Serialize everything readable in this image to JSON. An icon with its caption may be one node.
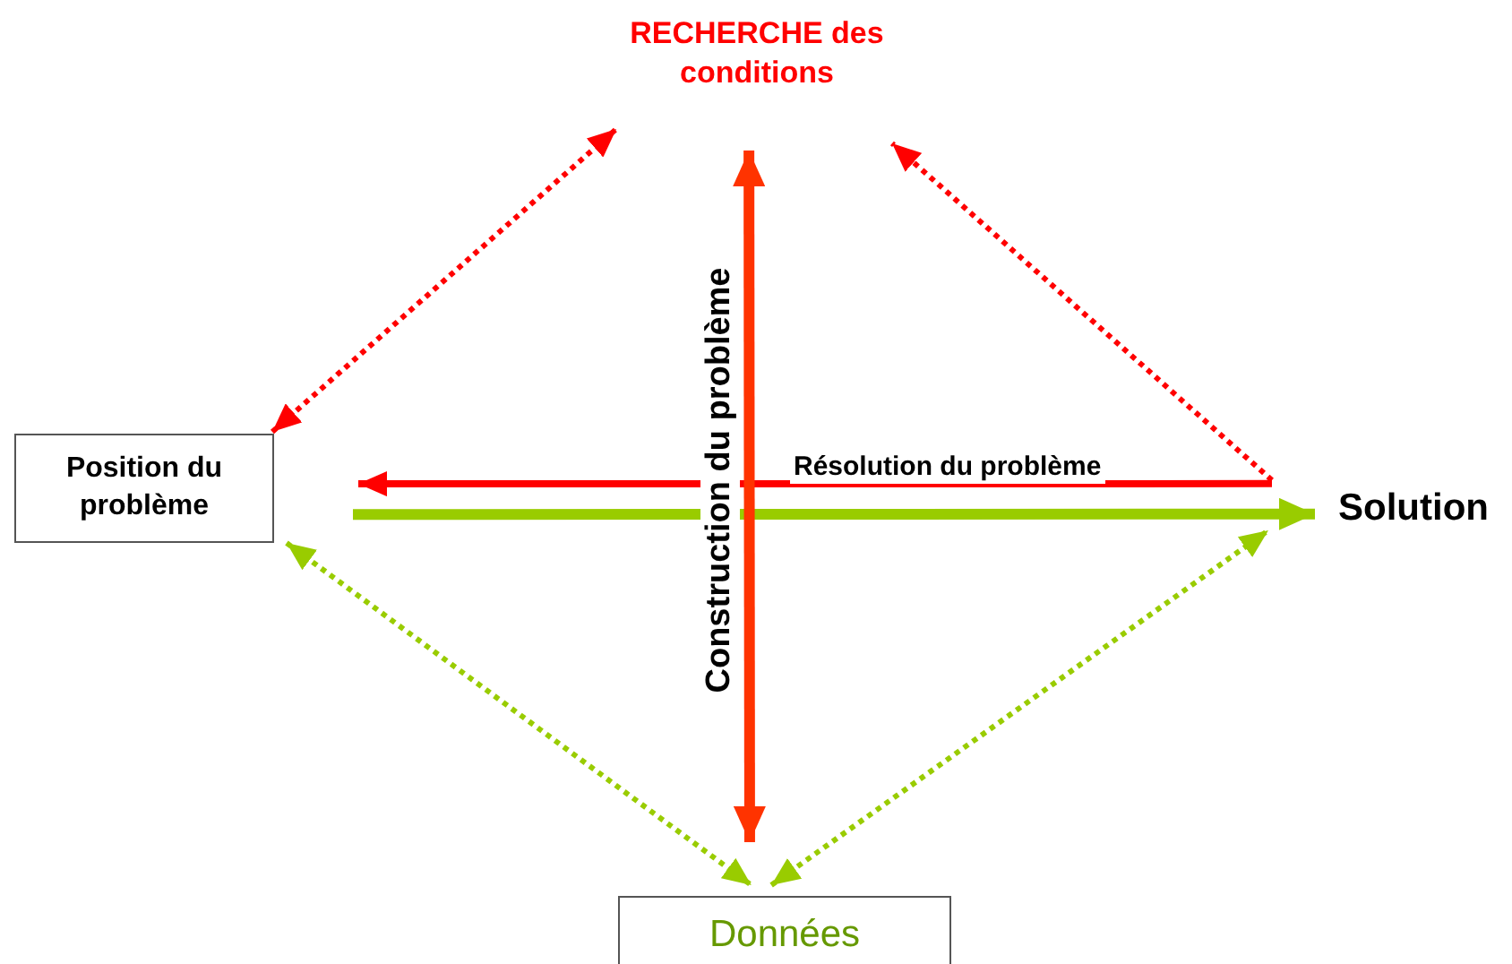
{
  "diagram": {
    "nodes": [
      {
        "text": [
          "RECHERCHE des conditions"
        ]
      },
      {
        "text": [
          "Position du problème"
        ]
      },
      {
        "text": [
          "Solution"
        ]
      },
      {
        "text": [
          "Données"
        ]
      }
    ],
    "edges": [
      {
        "from": 1,
        "to": 0,
        "arrow": "both",
        "style": "dashed",
        "color": "#ff0000"
      },
      {
        "from": 2,
        "to": 0,
        "arrow": "to",
        "style": "dashed",
        "color": "#ff0000"
      },
      {
        "from": 1,
        "to": 3,
        "arrow": "both",
        "style": "dashed",
        "color": "#99cc00"
      },
      {
        "from": 3,
        "to": 2,
        "arrow": "both",
        "style": "dashed",
        "color": "#99cc00"
      },
      {
        "from": 1,
        "to": 2,
        "arrow": "to",
        "style": "thick",
        "color": "#99cc00"
      },
      {
        "from": 2,
        "to": 1,
        "arrow": "to",
        "label": "Résolution du problème",
        "color": "#ff0000"
      },
      {
        "from": 3,
        "to": 0,
        "arrow": "both",
        "label": "Construction du problème",
        "style": "thick",
        "color": "#ff3300"
      }
    ]
  }
}
